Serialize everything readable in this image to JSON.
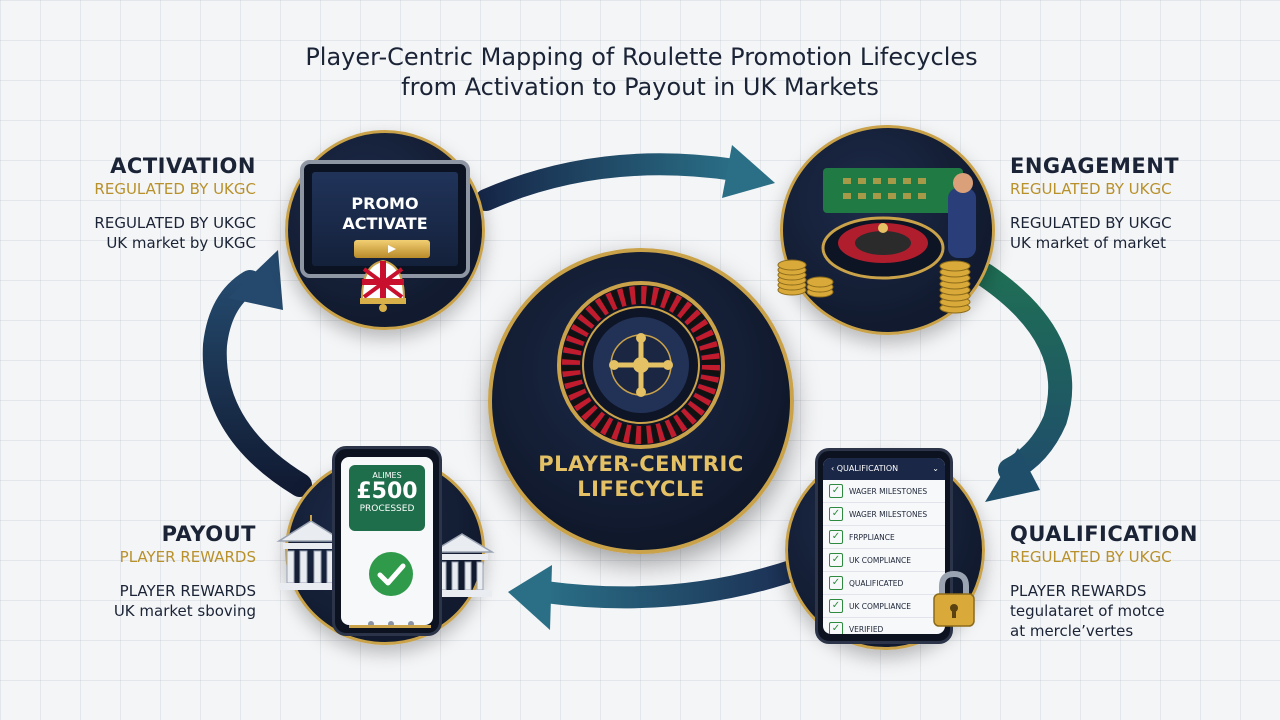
{
  "title": {
    "line1": "Player-Centric Mapping of Roulette Promotion Lifecycles",
    "line2": "from Activation to Payout in UK Markets"
  },
  "center": {
    "line1": "PLAYER-CENTRIC",
    "line2": "LIFECYCLE"
  },
  "stages": {
    "activation": {
      "heading": "ACTIVATION",
      "subheading": "REGULATED BY UKGC",
      "desc1": "REGULATED BY UKGC",
      "desc2": "UK market by UKGC",
      "screen_line1": "PROMO",
      "screen_line2": "ACTIVATE"
    },
    "engagement": {
      "heading": "ENGAGEMENT",
      "subheading": "REGULATED BY UKGC",
      "desc1": "REGULATED BY UKGC",
      "desc2": "UK market of market"
    },
    "qualification": {
      "heading": "QUALIFICATION",
      "subheading": "REGULATED BY UKGC",
      "desc1": "PLAYER REWARDS",
      "desc2": "tegulataret of motce",
      "desc3": "at mercle’vertes",
      "phone_header": "QUALIFICATION",
      "checklist": [
        "WAGER MILESTONES",
        "WAGER MILESTONES",
        "FRPPLIANCE",
        "UK COMPLIANCE",
        "QUALIFICATED",
        "UK COMPLIANCE",
        "VERIFIED"
      ]
    },
    "payout": {
      "heading": "PAYOUT",
      "subheading": "PLAYER REWARDS",
      "desc1": "PLAYER REWARDS",
      "desc2": "UK market sboving",
      "card_label": "ALIMES",
      "card_amount": "£500",
      "card_status": "PROCESSED"
    }
  },
  "colors": {
    "navy": "#1b2436",
    "gold": "#c9a24a",
    "arrow_blue": "#1f3f63",
    "arrow_green": "#1f6e55"
  },
  "icons": [
    "union-jack-bell-icon",
    "roulette-wheel-icon",
    "bank-building-icon",
    "checkmark-icon",
    "padlock-icon",
    "coin-stack-icon"
  ]
}
